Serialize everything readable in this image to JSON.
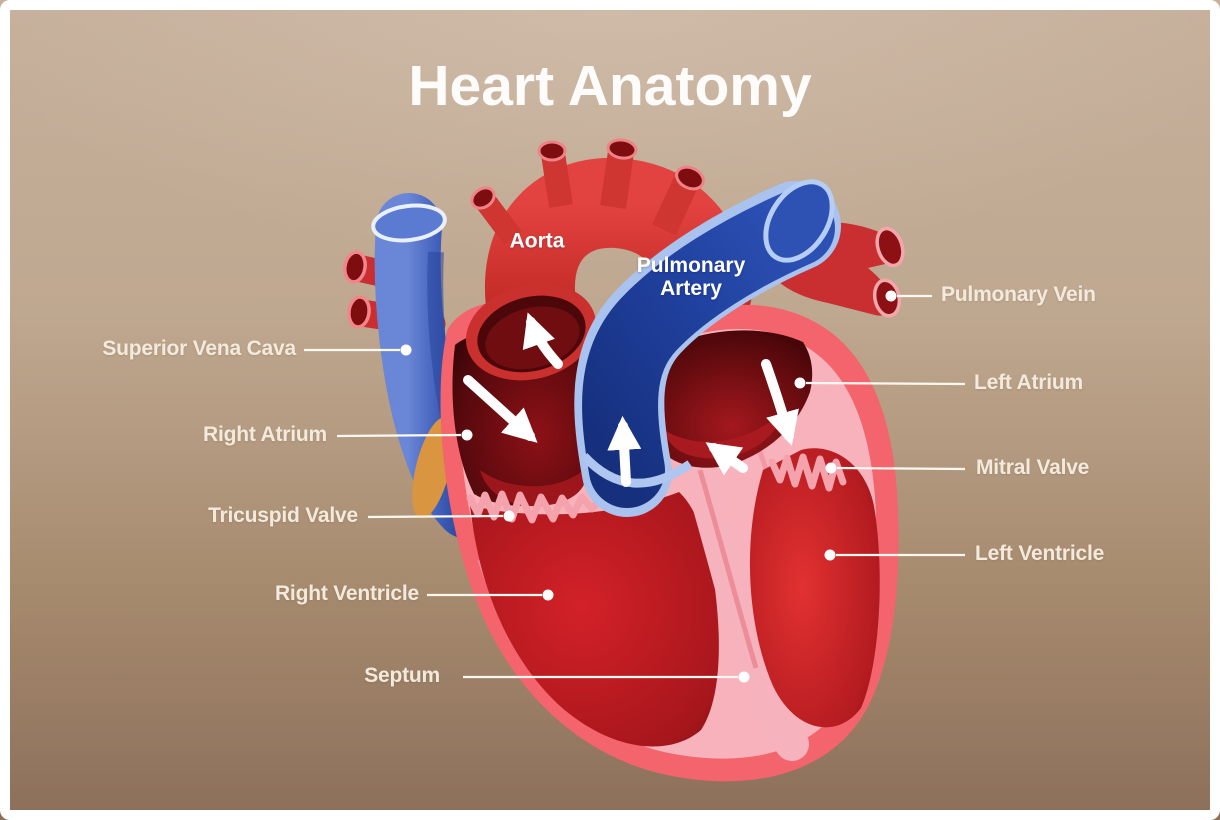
{
  "title": "Heart Anatomy",
  "inline_labels": {
    "aorta": "Aorta",
    "pulmonary_artery_line1": "Pulmonary",
    "pulmonary_artery_line2": "Artery"
  },
  "callouts": {
    "left": [
      {
        "text": "Superior Vena Cava"
      },
      {
        "text": "Right Atrium"
      },
      {
        "text": "Tricuspid Valve"
      },
      {
        "text": "Right Ventricle"
      },
      {
        "text": "Septum"
      }
    ],
    "right": [
      {
        "text": "Pulmonary Vein"
      },
      {
        "text": "Left Atrium"
      },
      {
        "text": "Mitral Valve"
      },
      {
        "text": "Left Ventricle"
      }
    ]
  },
  "colors": {
    "background_top": "#c6b09c",
    "background_bottom": "#8c6f5a",
    "frame": "#ffffff",
    "title_text": "#fdfcfa",
    "label_text": "#f3eadd",
    "leader_line": "#fdf9f2",
    "artery_red": "#cf3531",
    "vein_blue": "#3d5cb8",
    "pulmonary_artery_navy": "#1f3f9c",
    "heart_outer_coral": "#f3646c",
    "heart_wall_pink": "#f8b2bc",
    "chamber_dark_red": "#4c070a",
    "ventricle_bright_red": "#d32128",
    "arrow_white": "#ffffff",
    "inferior_vessel_orange": "#d9953f"
  }
}
